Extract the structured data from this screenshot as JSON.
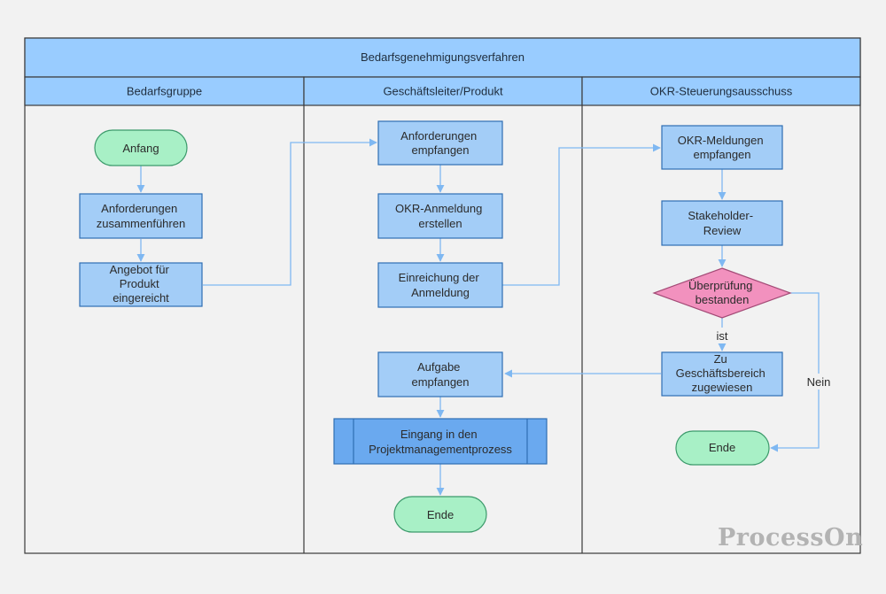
{
  "diagram": {
    "title": "Bedarfsgenehmigungsverfahren",
    "lanes": [
      {
        "id": "lane-bedarfsgruppe",
        "label": "Bedarfsgruppe"
      },
      {
        "id": "lane-geschaeftsleiter",
        "label": "Geschäftsleiter/Produkt"
      },
      {
        "id": "lane-okr",
        "label": "OKR-Steuerungsausschuss"
      }
    ],
    "nodes": {
      "anfang": [
        "Anfang"
      ],
      "anforderungen_zusammenfuehren": [
        "Anforderungen",
        "zusammenführen"
      ],
      "angebot_eingereicht": [
        "Angebot für",
        "Produkt",
        "eingereicht"
      ],
      "anforderungen_empfangen": [
        "Anforderungen",
        "empfangen"
      ],
      "okr_anmeldung_erstellen": [
        "OKR-Anmeldung",
        "erstellen"
      ],
      "einreichung_anmeldung": [
        "Einreichung der",
        "Anmeldung"
      ],
      "okr_meldungen_empfangen": [
        "OKR-Meldungen",
        "empfangen"
      ],
      "stakeholder_review": [
        "Stakeholder-",
        "Review"
      ],
      "ueberpruefung_bestanden": [
        "Überprüfung",
        "bestanden"
      ],
      "zu_geschaeftsbereich": [
        "Zu",
        "Geschäftsbereich",
        "zugewiesen"
      ],
      "ende_okr": [
        "Ende"
      ],
      "aufgabe_empfangen": [
        "Aufgabe",
        "empfangen"
      ],
      "eingang_projektmanagement": [
        "Eingang in den",
        "Projektmanagementprozess"
      ],
      "ende_geschaeftsleiter": [
        "Ende"
      ]
    },
    "edge_labels": {
      "ist": "ist",
      "nein": "Nein"
    }
  },
  "watermark": "ProcessOn",
  "colors": {
    "header_fill": "#99ccff",
    "process_fill": "#a3cdf7",
    "process_stroke": "#2f6eb3",
    "terminal_fill": "#a8f0c6",
    "terminal_stroke": "#3c9a6b",
    "decision_fill": "#f291be",
    "decision_stroke": "#a34a76",
    "subprocess_fill": "#6aa9ef",
    "edge": "#7fb8f2"
  }
}
